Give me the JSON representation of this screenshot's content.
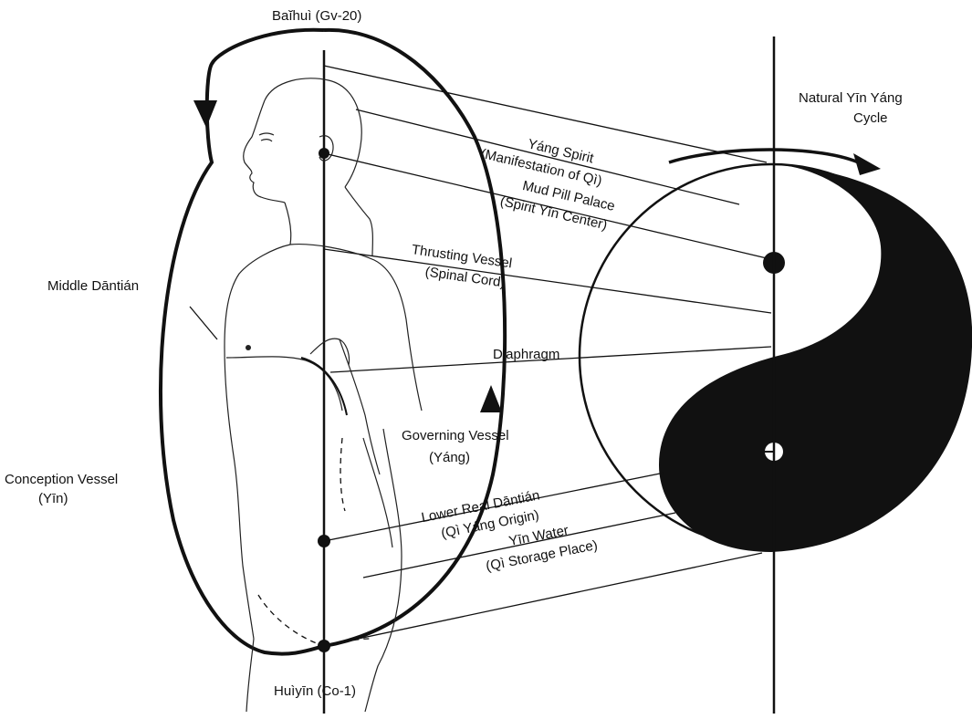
{
  "labels": {
    "baihui": "Baĭhuì (Gv-20)",
    "huiyin": "Huìyīn (Co-1)",
    "middle_dantian": "Middle Dāntián",
    "conception_vessel_line1": "Conception Vessel",
    "conception_vessel_line2": "(Yīn)",
    "governing_vessel_line1": "Governing  Vessel",
    "governing_vessel_line2": "(Yáng)",
    "yang_spirit_line1": "Yáng Spirit",
    "yang_spirit_line2": "(Manifestation of Qì)",
    "mud_pill_line1": "Mud Pill Palace",
    "mud_pill_line2": "(Spirit Yīn Center)",
    "thrusting_line1": "Thrusting Vessel",
    "thrusting_line2": "(Spinal  Cord)",
    "diaphragm": "Diaphragm",
    "lower_dantian_line1": "Lower   Real Dāntián",
    "lower_dantian_line2": "(Qì  Yáng Origin)",
    "yin_water_line1": "Yīn Water",
    "yin_water_line2": "(Qì Storage Place)",
    "natural_cycle_line1": "Natural Yīn Yáng",
    "natural_cycle_line2": "Cycle"
  },
  "colors": {
    "ink": "#111111",
    "background": "#ffffff"
  }
}
